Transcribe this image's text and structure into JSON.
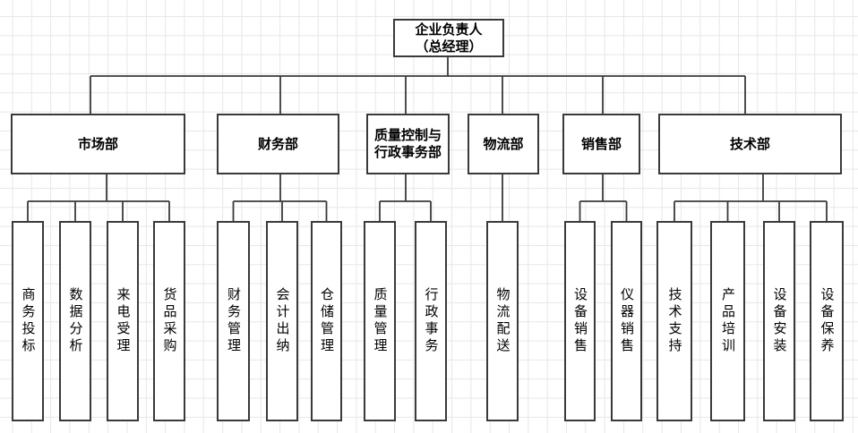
{
  "diagram": {
    "type": "org-chart",
    "root": {
      "label_line1": "企业负责人",
      "label_line2": "（总经理）"
    },
    "departments": [
      {
        "label": "市场部",
        "children": [
          "商务投标",
          "数据分析",
          "来电受理",
          "货品采购"
        ]
      },
      {
        "label": "财务部",
        "children": [
          "财务管理",
          "会计出纳",
          "仓储管理"
        ]
      },
      {
        "label": "质量控制与行政事务部",
        "children": [
          "质量管理",
          "行政事务"
        ]
      },
      {
        "label": "物流部",
        "children": [
          "物流配送"
        ]
      },
      {
        "label": "销售部",
        "children": [
          "设备销售",
          "仪器销售"
        ]
      },
      {
        "label": "技术部",
        "children": [
          "技术支持",
          "产品培训",
          "设备安装",
          "设备保养"
        ]
      }
    ],
    "colors": {
      "line": "#3a3a3a",
      "box_fill": "#ffffff",
      "text": "#000000",
      "grid": "#e7e7e7",
      "background": "#ffffff"
    }
  }
}
